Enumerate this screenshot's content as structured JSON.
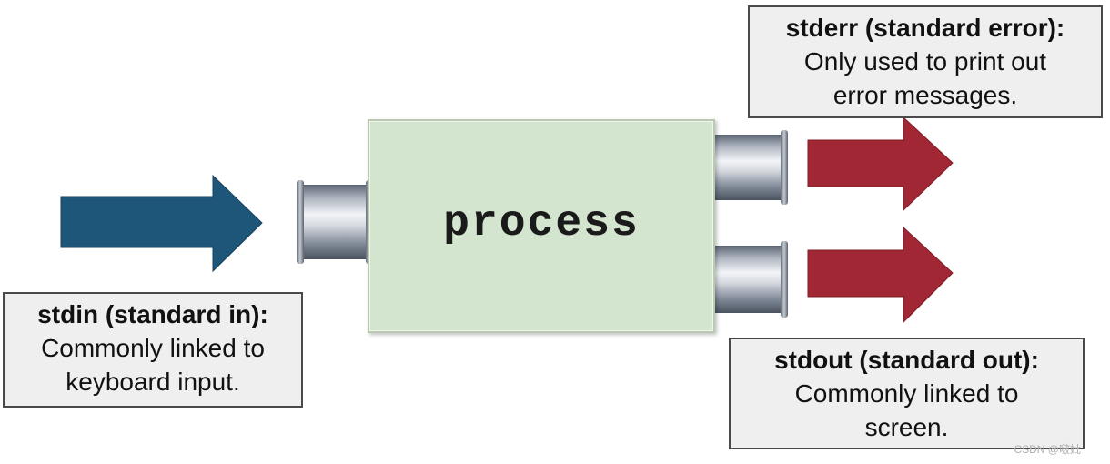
{
  "process": {
    "label": "process"
  },
  "stdin": {
    "title": "stdin (standard in):",
    "lines": [
      "Commonly linked to",
      "keyboard input."
    ]
  },
  "stderr": {
    "title": "stderr (standard error):",
    "lines": [
      "Only used to print out",
      "error messages."
    ]
  },
  "stdout": {
    "title": "stdout (standard out):",
    "lines": [
      "Commonly linked to",
      "screen."
    ]
  },
  "watermark": "CSDN @啵妣",
  "colors": {
    "input_arrow": "#1e5679",
    "output_arrow": "#a22734",
    "process_fill": "#d3e5ce",
    "callout_fill": "#efefef"
  },
  "icons": [
    "input-arrow-icon",
    "pipe-icon",
    "output-arrow-icon"
  ]
}
